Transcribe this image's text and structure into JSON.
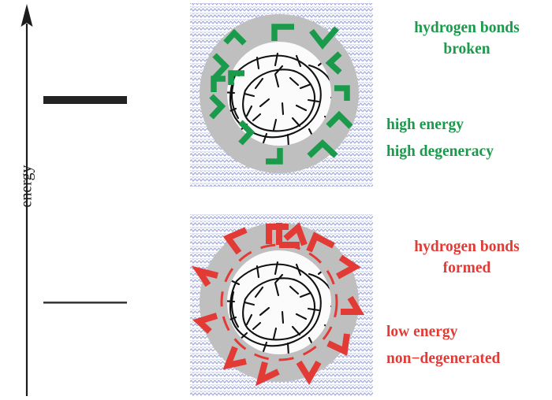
{
  "figure": {
    "type": "energy-level-diagram",
    "axis": {
      "label": "energy",
      "direction": "up"
    },
    "levels": [
      {
        "id": "high",
        "style": "thick-bar",
        "meaning": "high energy, high degeneracy"
      },
      {
        "id": "low",
        "style": "thin-line",
        "meaning": "low energy, non-degenerated"
      }
    ],
    "panels": [
      {
        "id": "broken",
        "accent_color": "#1a9a4b",
        "bond_glyph": "bracket",
        "bond_count": 13,
        "ring_dashed": false,
        "labels": {
          "heading_line1": "hydrogen bonds",
          "heading_line2": "broken",
          "note_line1": "high energy",
          "note_line2": "high degeneracy"
        }
      },
      {
        "id": "formed",
        "accent_color": "#e23a35",
        "bond_glyph": "L-shape",
        "bond_count": 12,
        "ring_dashed": true,
        "labels": {
          "heading_line1": "hydrogen bonds",
          "heading_line2": "formed",
          "note_line1": "low energy",
          "note_line2": "non−degenerated"
        }
      }
    ],
    "colors": {
      "green": "#1a9a4b",
      "red": "#e23a35",
      "shell_gray": "#bfbfbf",
      "inner_white": "#fbfbfb",
      "hatch_blue": "#9fa8dc",
      "axis_black": "#1c1c1c"
    }
  }
}
